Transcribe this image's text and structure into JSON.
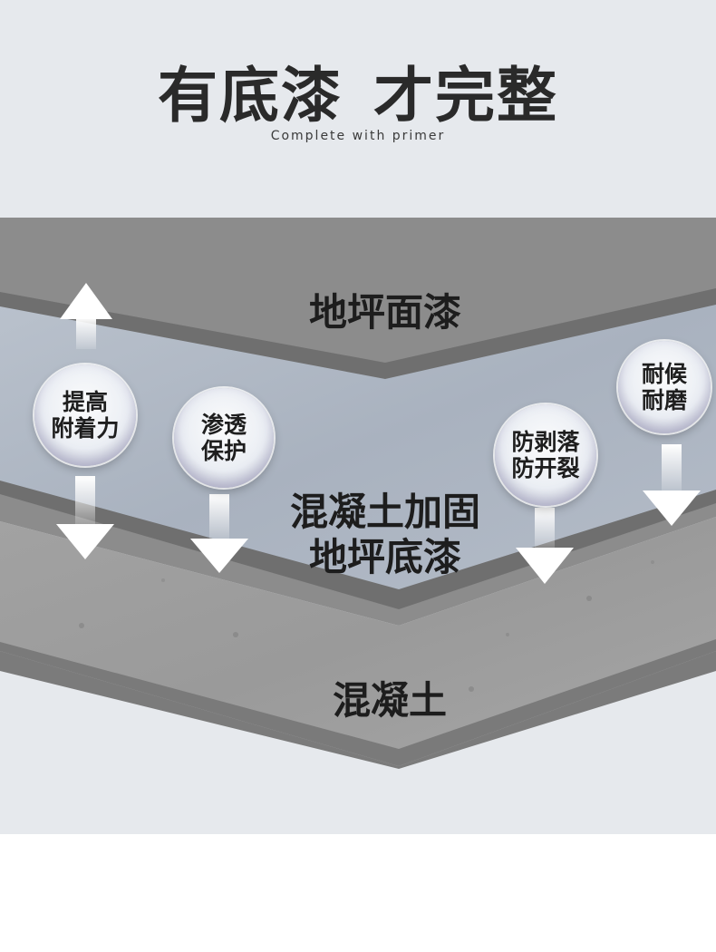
{
  "header": {
    "title_part1": "有底漆",
    "title_part2": "才完整",
    "subtitle": "Complete with primer"
  },
  "layers": {
    "top_coat": "地坪面漆",
    "primer_line1": "混凝土加固",
    "primer_line2": "地坪底漆",
    "concrete": "混凝土"
  },
  "badges": [
    {
      "line1": "提高",
      "line2": "附着力",
      "arrow": "up-down"
    },
    {
      "line1": "渗透",
      "line2": "保护",
      "arrow": "down"
    },
    {
      "line1": "防剥落",
      "line2": "防开裂",
      "arrow": "down"
    },
    {
      "line1": "耐候",
      "line2": "耐磨",
      "arrow": "down"
    }
  ],
  "colors": {
    "background": "#e6e9ed",
    "top_coat": "#8a8a8a",
    "primer": "#aeb6c2",
    "concrete": "#9b9b9b",
    "separator": "#6f6f6f",
    "text": "#1d1d1d"
  }
}
